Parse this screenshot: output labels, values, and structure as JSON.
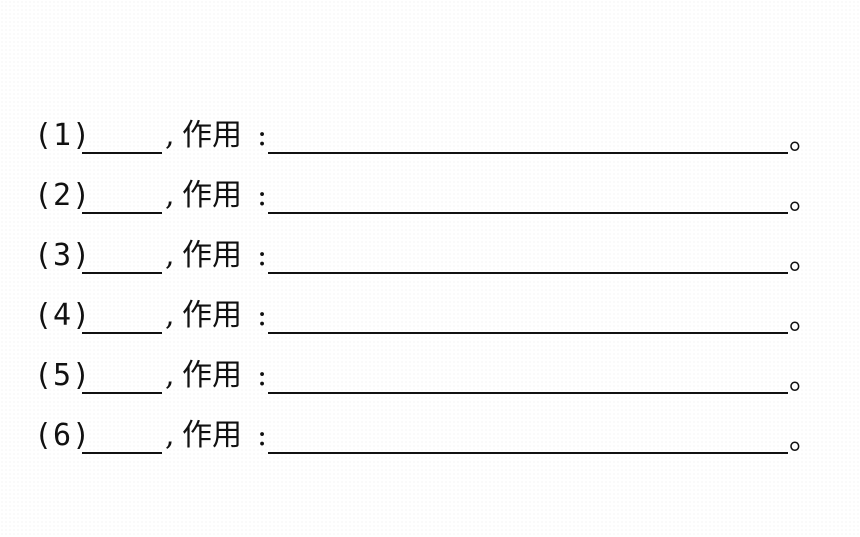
{
  "items": [
    {
      "number": "(1)",
      "comma": ",",
      "label": "作用",
      "colon": ":",
      "end": "。"
    },
    {
      "number": "(2)",
      "comma": ",",
      "label": "作用",
      "colon": ":",
      "end": "。"
    },
    {
      "number": "(3)",
      "comma": ",",
      "label": "作用",
      "colon": ":",
      "end": "。"
    },
    {
      "number": "(4)",
      "comma": ",",
      "label": "作用",
      "colon": ":",
      "end": "。"
    },
    {
      "number": "(5)",
      "comma": ",",
      "label": "作用",
      "colon": ":",
      "end": "。"
    },
    {
      "number": "(6)",
      "comma": ",",
      "label": "作用",
      "colon": ":",
      "end": "。"
    }
  ]
}
